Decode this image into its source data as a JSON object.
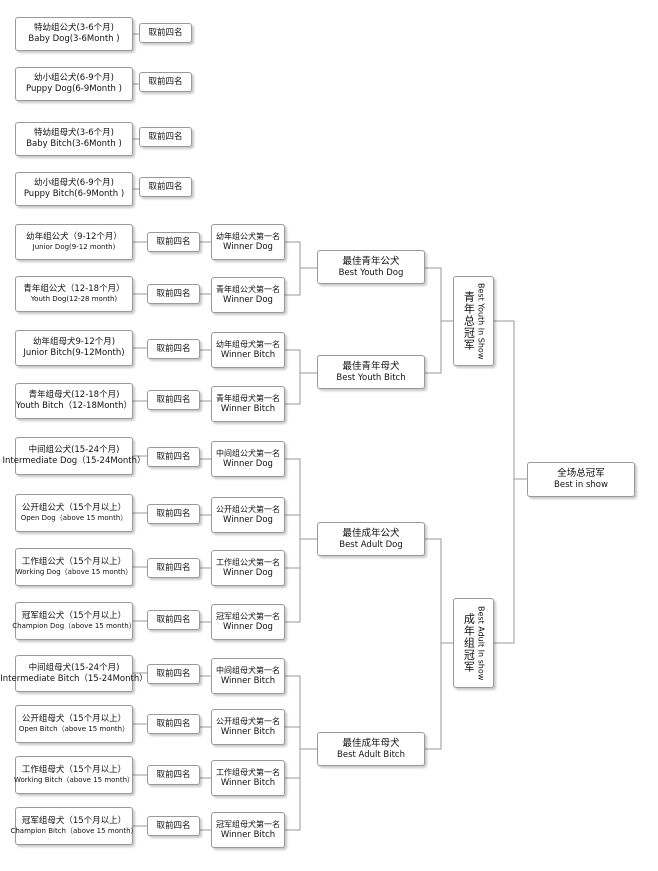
{
  "colors": {
    "border": "#9a9a9a",
    "line": "#9a9a9a",
    "background": "#ffffff"
  },
  "rows": [
    {
      "cat_cn": "特幼组公犬(3-6个月)",
      "cat_en": "Baby Dog(3-6Month )",
      "select": "取前四名"
    },
    {
      "cat_cn": "幼小组公犬(6-9个月)",
      "cat_en": "Puppy Dog(6-9Month )",
      "select": "取前四名"
    },
    {
      "cat_cn": "特幼组母犬(3-6个月)",
      "cat_en": "Baby Bitch(3-6Month )",
      "select": "取前四名"
    },
    {
      "cat_cn": "幼小组母犬(6-9个月)",
      "cat_en": "Puppy Bitch(6-9Month )",
      "select": "取前四名"
    },
    {
      "cat_cn": "幼年组公犬（9-12个月）",
      "cat_en": "Junior Dog(9-12 month)",
      "select": "取前四名",
      "win_cn": "幼年组公犬第一名",
      "win_en": "Winner Dog"
    },
    {
      "cat_cn": "青年组公犬（12-18个月）",
      "cat_en": "Youth Dog(12-28 month)",
      "select": "取前四名",
      "win_cn": "青年组公犬第一名",
      "win_en": "Winner Dog"
    },
    {
      "cat_cn": "幼年组母犬9-12个月)",
      "cat_en": "Junior Bitch(9-12Month)",
      "select": "取前四名",
      "win_cn": "幼年组母犬第一名",
      "win_en": "Winner Bitch"
    },
    {
      "cat_cn": "青年组母犬(12-18个月)",
      "cat_en": "Youth Bitch（12-18Month）",
      "select": "取前四名",
      "win_cn": "青年组母犬第一名",
      "win_en": "Winner Bitch"
    },
    {
      "cat_cn": "中间组公犬(15-24个月)",
      "cat_en": "Intermediate Dog（15-24Month）",
      "select": "取前四名",
      "win_cn": "中间组公犬第一名",
      "win_en": "Winner Dog"
    },
    {
      "cat_cn": "公开组公犬（15个月以上）",
      "cat_en": "Open Dog（above 15 month）",
      "select": "取前四名",
      "win_cn": "公开组公犬第一名",
      "win_en": "Winner Dog"
    },
    {
      "cat_cn": "工作组公犬（15个月以上）",
      "cat_en": "Working Dog（above 15 month）",
      "select": "取前四名",
      "win_cn": "工作组公犬第一名",
      "win_en": "Winner Dog"
    },
    {
      "cat_cn": "冠军组公犬（15个月以上）",
      "cat_en": "Champion Dog（above 15 month）",
      "select": "取前四名",
      "win_cn": "冠军组公犬第一名",
      "win_en": "Winner Dog"
    },
    {
      "cat_cn": "中间组母犬(15-24个月)",
      "cat_en": "Intermediate Bitch（15-24Month）",
      "select": "取前四名",
      "win_cn": "中间组母犬第一名",
      "win_en": "Winner Bitch"
    },
    {
      "cat_cn": "公开组母犬（15个月以上）",
      "cat_en": "Open Bitch（above 15 month）",
      "select": "取前四名",
      "win_cn": "公开组母犬第一名",
      "win_en": "Winner Bitch"
    },
    {
      "cat_cn": "工作组母犬（15个月以上）",
      "cat_en": "Working Bitch（above 15 month）",
      "select": "取前四名",
      "win_cn": "工作组母犬第一名",
      "win_en": "Winner Bitch"
    },
    {
      "cat_cn": "冠军组母犬（15个月以上）",
      "cat_en": "Champion Bitch（above 15 month）",
      "select": "取前四名",
      "win_cn": "冠军组母犬第一名",
      "win_en": "Winner Bitch"
    }
  ],
  "best": [
    {
      "cn": "最佳青年公犬",
      "en": "Best Youth Dog"
    },
    {
      "cn": "最佳青年母犬",
      "en": "Best Youth Bitch"
    },
    {
      "cn": "最佳成年公犬",
      "en": "Best Adult Dog"
    },
    {
      "cn": "最佳成年母犬",
      "en": "Best Adult Bitch"
    }
  ],
  "groups": [
    {
      "cn": "青年总冠军",
      "en": "Best Youth In Show"
    },
    {
      "cn": "成年组冠军",
      "en": "Best Adult In show"
    }
  ],
  "best_in_show": {
    "cn": "全场总冠军",
    "en": "Best in show"
  }
}
